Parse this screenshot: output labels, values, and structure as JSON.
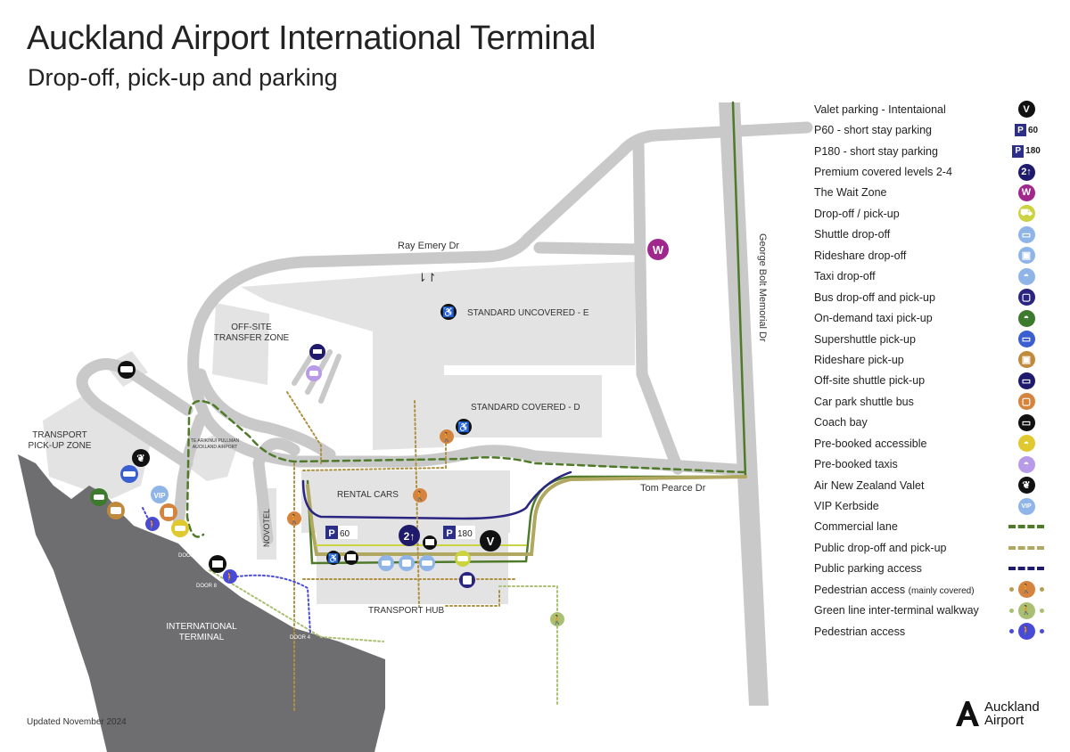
{
  "header": {
    "title": "Auckland Airport International Terminal",
    "subtitle": "Drop-off, pick-up and parking"
  },
  "map": {
    "roads": {
      "ray_emery": "Ray Emery Dr",
      "george_bolt": "George Bolt Memorial Dr",
      "tom_pearce": "Tom Pearce Dr"
    },
    "zones": {
      "standard_uncovered": "STANDARD UNCOVERED - E",
      "standard_covered": "STANDARD COVERED - D",
      "offsite_line1": "OFF-SITE",
      "offsite_line2": "TRANSFER ZONE",
      "transport_pickup_line1": "TRANSPORT",
      "transport_pickup_line2": "PICK-UP ZONE",
      "hotel_line1": "TE ARIKINUI PULLMAN",
      "hotel_line2": "AUCKLAND AIRPORT",
      "novotel": "NOVOTEL",
      "rental_cars": "RENTAL CARS",
      "transport_hub": "TRANSPORT HUB",
      "terminal_line1": "INTERNATIONAL",
      "terminal_line2": "TERMINAL",
      "door11": "DOOR 11",
      "door8": "DOOR 8",
      "door4": "DOOR 4",
      "p60": "60",
      "p180": "180",
      "p_letter": "P",
      "premium": "2↑",
      "valet": "V",
      "wait": "W",
      "vip": "VIP"
    }
  },
  "legend": [
    {
      "label": "Valet parking - Intentaional",
      "icon": "valet-icon",
      "type": "circle",
      "glyph": "V",
      "color": "#111111"
    },
    {
      "label": "P60 - short stay parking",
      "icon": "parking-p60-icon",
      "type": "parking",
      "glyph": "P",
      "value": "60",
      "color": "#2b2f8a"
    },
    {
      "label": "P180 - short stay parking",
      "icon": "parking-p180-icon",
      "type": "parking",
      "glyph": "P",
      "value": "180",
      "color": "#2b2f8a"
    },
    {
      "label": "Premium covered levels 2-4",
      "icon": "premium-covered-icon",
      "type": "circle",
      "glyph": "2↑",
      "color": "#1f1a6b"
    },
    {
      "label": "The Wait Zone",
      "icon": "wait-zone-icon",
      "type": "circle",
      "glyph": "W",
      "color": "#a0288c"
    },
    {
      "label": "Drop-off / pick-up",
      "icon": "car-dropoff-icon",
      "type": "circle",
      "glyph": "⛟",
      "color": "#cbd340"
    },
    {
      "label": "Shuttle drop-off",
      "icon": "shuttle-icon",
      "type": "circle",
      "glyph": "▭",
      "color": "#8fb4e8"
    },
    {
      "label": "Rideshare drop-off",
      "icon": "rideshare-icon",
      "type": "circle",
      "glyph": "▣",
      "color": "#8fb4e8"
    },
    {
      "label": "Taxi drop-off",
      "icon": "taxi-icon",
      "type": "circle",
      "glyph": "◓",
      "color": "#8fb4e8"
    },
    {
      "label": "Bus drop-off and pick-up",
      "icon": "bus-icon",
      "type": "circle",
      "glyph": "▢",
      "color": "#2a2580"
    },
    {
      "label": "On-demand taxi pick-up",
      "icon": "taxi-icon",
      "type": "circle",
      "glyph": "◓",
      "color": "#3d7a2e"
    },
    {
      "label": "Supershuttle pick-up",
      "icon": "shuttle-icon",
      "type": "circle",
      "glyph": "▭",
      "color": "#3b5fd0"
    },
    {
      "label": "Rideshare pick-up",
      "icon": "rideshare-icon",
      "type": "circle",
      "glyph": "▣",
      "color": "#c08a3c"
    },
    {
      "label": "Off-site shuttle pick-up",
      "icon": "shuttle-icon",
      "type": "circle",
      "glyph": "▭",
      "color": "#1f1a6b"
    },
    {
      "label": "Car park shuttle bus",
      "icon": "bus-icon",
      "type": "circle",
      "glyph": "▢",
      "color": "#d4843c"
    },
    {
      "label": "Coach bay",
      "icon": "coach-icon",
      "type": "circle",
      "glyph": "▭",
      "color": "#111111"
    },
    {
      "label": "Pre-booked accessible",
      "icon": "car-icon",
      "type": "circle",
      "glyph": "◓",
      "color": "#e0c830"
    },
    {
      "label": "Pre-booked taxis",
      "icon": "taxi-icon",
      "type": "circle",
      "glyph": "◓",
      "color": "#b79be8"
    },
    {
      "label": "Air New Zealand Valet",
      "icon": "air-nz-icon",
      "type": "circle",
      "glyph": "❦",
      "color": "#111111"
    },
    {
      "label": "VIP Kerbside",
      "icon": "vip-icon",
      "type": "circle",
      "glyph": "VIP",
      "color": "#8fb4e8"
    },
    {
      "label": "Commercial lane",
      "icon": "commercial-lane-icon",
      "type": "dash",
      "color": "#4e7a2a"
    },
    {
      "label": "Public drop-off and pick-up",
      "icon": "public-dropoff-lane-icon",
      "type": "dash",
      "color": "#b0a860"
    },
    {
      "label": "Public parking access",
      "icon": "parking-access-lane-icon",
      "type": "dash",
      "color": "#1f1a6b"
    },
    {
      "label": "Pedestrian access",
      "note": "(mainly covered)",
      "icon": "pedestrian-icon",
      "type": "ped",
      "dot": "#b0a050",
      "color": "#d4843c"
    },
    {
      "label": "Green line inter-terminal walkway",
      "icon": "pedestrian-icon",
      "type": "ped",
      "dot": "#a8c070",
      "color": "#a8c070"
    },
    {
      "label": "Pedestrian access",
      "icon": "pedestrian-icon",
      "type": "ped",
      "dot": "#4a4ad8",
      "color": "#4a4ad8"
    }
  ],
  "footer": {
    "updated": "Updated November 2024",
    "logo_line1": "Auckland",
    "logo_line2": "Airport"
  }
}
